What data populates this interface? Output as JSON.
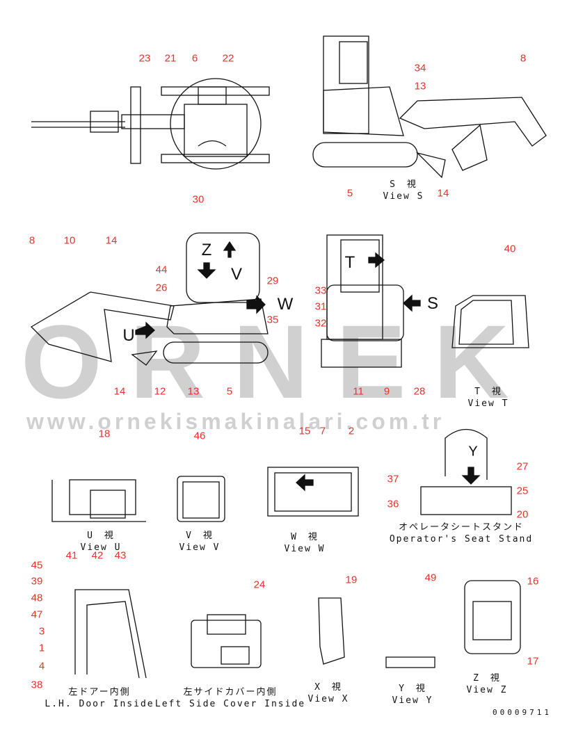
{
  "watermark": {
    "logo": "ORNEK",
    "url": "www.ornekismakinalari.com.tr"
  },
  "drawing_code": "00009711",
  "view_letters": {
    "z": "Z",
    "v": "V",
    "w": "W",
    "u": "U",
    "t": "T",
    "s": "S",
    "y": "Y"
  },
  "captions": {
    "view_s": {
      "jp": "S　視",
      "en": "View S"
    },
    "view_t": {
      "jp": "T　視",
      "en": "View T"
    },
    "view_u": {
      "jp": "U　視",
      "en": "View U"
    },
    "view_v": {
      "jp": "V　視",
      "en": "View V"
    },
    "view_w": {
      "jp": "W　視",
      "en": "View W"
    },
    "seat_stand": {
      "jp": "オペレータシートスタンド",
      "en": "Operator's Seat Stand"
    },
    "door_inside": {
      "jp": "左ドアー内側",
      "en": "L.H. Door Inside"
    },
    "side_cover": {
      "jp": "左サイドカバー内側",
      "en": "Left Side Cover Inside"
    },
    "view_x": {
      "jp": "X　視",
      "en": "View X"
    },
    "view_y": {
      "jp": "Y　視",
      "en": "View Y"
    },
    "view_z": {
      "jp": "Z　視",
      "en": "View Z"
    }
  },
  "callouts": [
    "23",
    "21",
    "6",
    "22",
    "30",
    "8",
    "34",
    "13",
    "5",
    "14",
    "8",
    "10",
    "14",
    "44",
    "26",
    "29",
    "35",
    "12",
    "13",
    "5",
    "14",
    "33",
    "31",
    "32",
    "11",
    "9",
    "28",
    "40",
    "18",
    "46",
    "15",
    "7",
    "2",
    "37",
    "36",
    "27",
    "25",
    "20",
    "45",
    "41",
    "42",
    "43",
    "39",
    "48",
    "47",
    "3",
    "1",
    "4",
    "38",
    "24",
    "19",
    "49",
    "16",
    "17"
  ],
  "colors": {
    "callout": "#e8322a",
    "line": "#111111",
    "watermark": "#969696"
  }
}
